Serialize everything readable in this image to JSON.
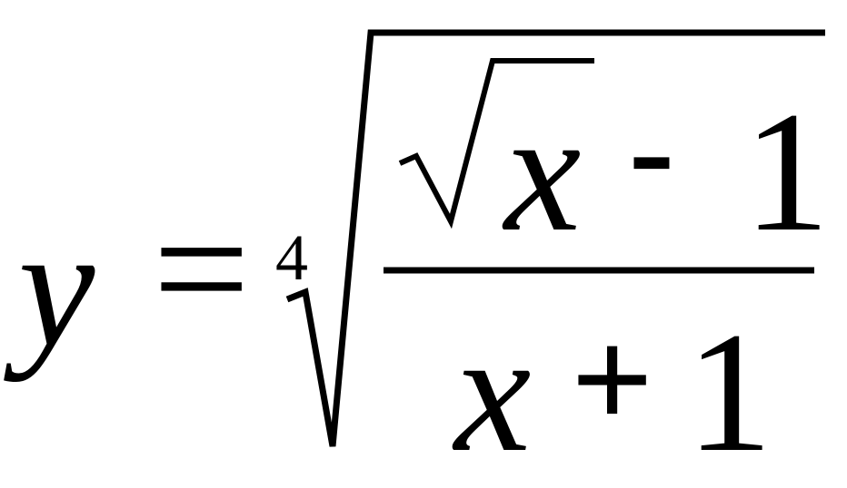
{
  "formula": {
    "lhs_variable": "y",
    "equals_sign": "=",
    "root_index": "4",
    "numerator": {
      "radicand": "x",
      "operator": "-",
      "constant": "1"
    },
    "denominator": {
      "variable": "x",
      "operator": "+",
      "constant": "1"
    }
  },
  "colors": {
    "ink": "#000000",
    "background": "#ffffff"
  }
}
